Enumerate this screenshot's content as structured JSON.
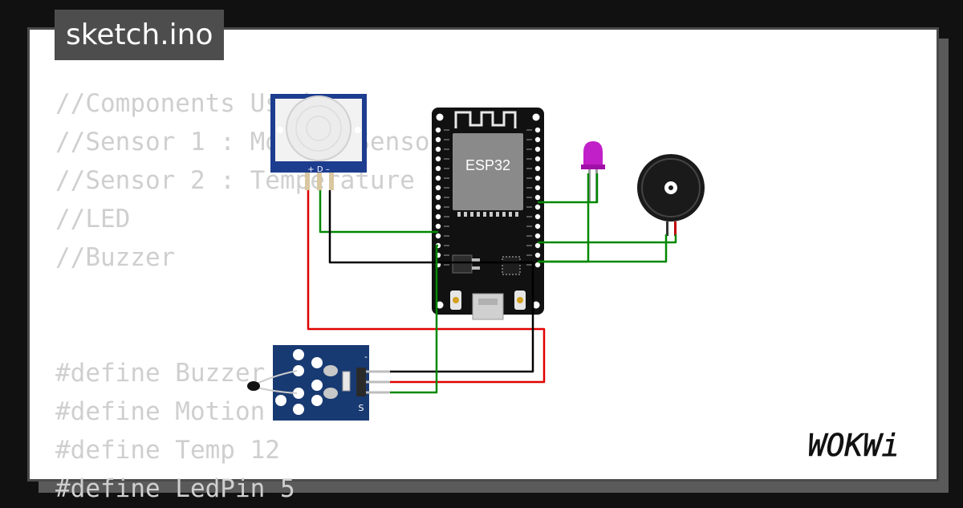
{
  "project": {
    "filename": "sketch.ino",
    "brand": "WOKWi"
  },
  "code": {
    "lines": [
      "//Components Used:",
      "//Sensor 1 : Motion Sensor",
      "//Sensor 2 : Temperature Sensor",
      "//LED",
      "//Buzzer",
      "",
      "",
      "#define Buzzer 2",
      "#define Motion 4",
      "#define Temp 12",
      "#define LedPin 5"
    ]
  },
  "components": {
    "esp32": {
      "label": "ESP32"
    },
    "pir": {
      "pin_labels": "+  D  –"
    },
    "temp_module": {
      "pin_label_s": "S",
      "pin_label_minus": "-"
    }
  },
  "colors": {
    "background": "#111111",
    "card": "#ffffff",
    "tab": "#4d4d4d",
    "code_text": "#cfcfcf",
    "wire_red": "#e00000",
    "wire_green": "#008800",
    "wire_black": "#000000",
    "board": "#111111",
    "pir_board": "#1e3a8a",
    "temp_board": "#1b3a6b",
    "led": "#c020c0"
  }
}
